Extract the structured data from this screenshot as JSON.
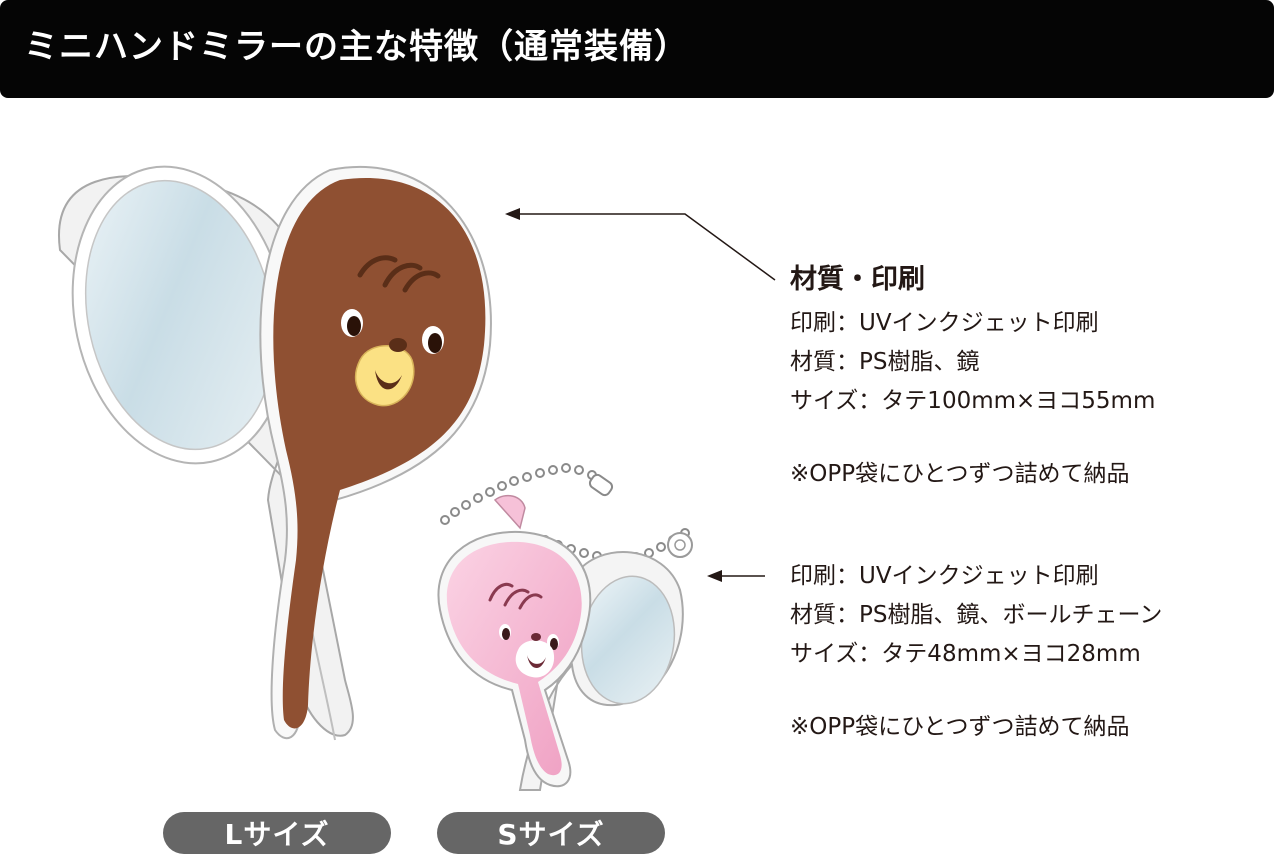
{
  "header": {
    "title": "ミニハンドミラーの主な特徴（通常装備）"
  },
  "large_spec": {
    "heading": "材質・印刷",
    "print": "印刷：UVインクジェット印刷",
    "material": "材質：PS樹脂、鏡",
    "size": "サイズ：タテ100mm×ヨコ55mm",
    "note": "※OPP袋にひとつずつ詰めて納品"
  },
  "small_spec": {
    "print": "印刷：UVインクジェット印刷",
    "material": "材質：PS樹脂、鏡、ボールチェーン",
    "size": "サイズ：タテ48mm×ヨコ28mm",
    "note": "※OPP袋にひとつずつ詰めて納品"
  },
  "labels": {
    "large": "Lサイズ",
    "small": "Sサイズ"
  },
  "colors": {
    "header_bg": "#050505",
    "brown_mirror": "#8f5032",
    "pink_mirror": "#f3b8d2",
    "pill_bg": "#666666",
    "muzzle_yellow": "#fbe184"
  }
}
